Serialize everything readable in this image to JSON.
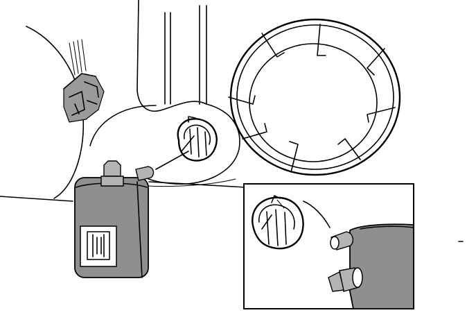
{
  "figure": {
    "parts": [
      "washer-pump-body",
      "pump-connector",
      "pump-inlet-nozzle",
      "pump-outlet-nozzle",
      "wiring-harness-plug",
      "reservoir-grommet",
      "filler-neck",
      "detail-inset"
    ],
    "colors": {
      "line": "#000000",
      "background": "#ffffff",
      "part_fill": "#8f8f8f",
      "part_fill_light": "#b4b4b4"
    }
  }
}
